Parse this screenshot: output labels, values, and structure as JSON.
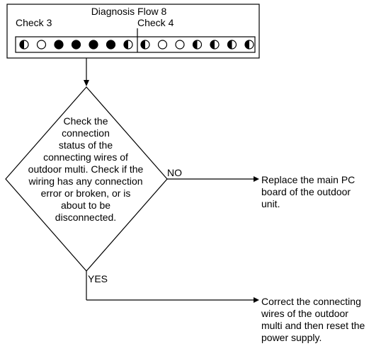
{
  "header": {
    "title": "Diagnosis Flow 8",
    "check3_label": "Check 3",
    "check4_label": "Check 4",
    "check3_leds": [
      "half",
      "off",
      "on",
      "on",
      "on",
      "on",
      "half"
    ],
    "check4_leds": [
      "half",
      "off",
      "off",
      "half",
      "half",
      "half",
      "half"
    ]
  },
  "decision": {
    "lines": [
      "Check the",
      "connection",
      "status of the",
      "connecting wires of",
      "outdoor multi. Check if the",
      "wiring has any connection",
      "error or broken, or is",
      "about to be",
      "disconnected."
    ],
    "no_label": "NO",
    "yes_label": "YES"
  },
  "results": {
    "no_lines": [
      "Replace the main PC",
      "board of the outdoor",
      "unit."
    ],
    "yes_lines": [
      "Correct the connecting",
      "wires of the outdoor",
      "multi and then reset the",
      "power supply."
    ]
  }
}
